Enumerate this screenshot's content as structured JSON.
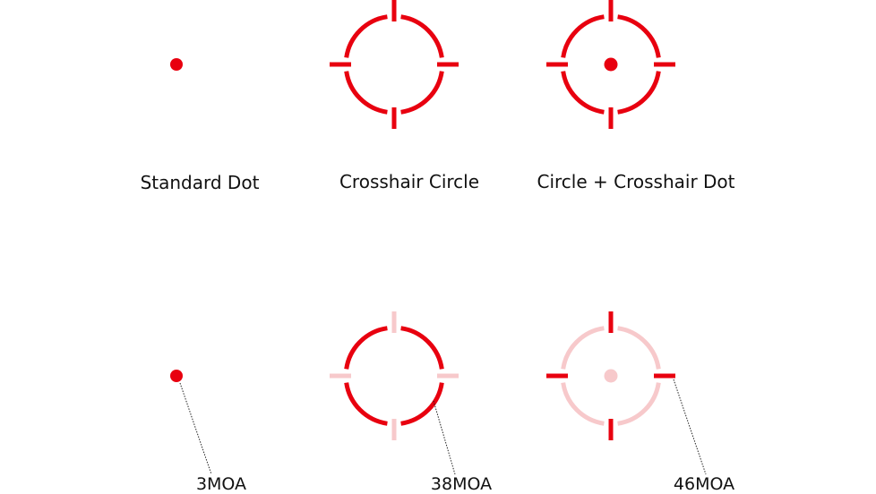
{
  "colors": {
    "reticle_active": "#e8000f",
    "reticle_faded": "#f7c9cb",
    "text": "#111111",
    "background": "#ffffff"
  },
  "reticle_types": [
    {
      "label": "Standard Dot",
      "icon": "standard-dot-reticle-icon"
    },
    {
      "label": "Crosshair Circle",
      "icon": "crosshair-circle-reticle-icon"
    },
    {
      "label": "Circle + Crosshair Dot",
      "icon": "circle-crosshair-dot-reticle-icon"
    }
  ],
  "moa_callouts": [
    {
      "label": "3MOA",
      "highlighted_part": "dot"
    },
    {
      "label": "38MOA",
      "highlighted_part": "circle"
    },
    {
      "label": "46MOA",
      "highlighted_part": "crosshair"
    }
  ]
}
